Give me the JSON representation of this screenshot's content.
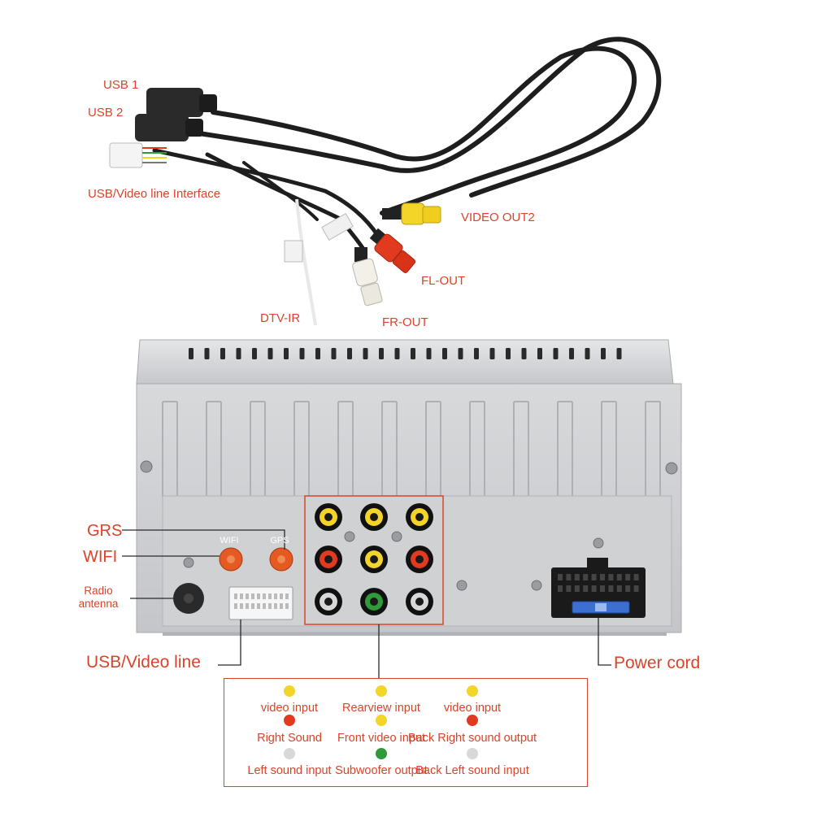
{
  "colors": {
    "label": "#d9442a",
    "yellow": "#f3d52a",
    "red": "#e23a1e",
    "white": "#d8d8d8",
    "green": "#2f9a3a",
    "panel": "#d2d4d6",
    "cable": "#1e1e1e"
  },
  "labels": {
    "usb1": "USB 1",
    "usb2": "USB 2",
    "usb_video_interface": "USB/Video line Interface",
    "video_out2": "VIDEO OUT2",
    "fl_out": "FL-OUT",
    "fr_out": "FR-OUT",
    "dtv_ir": "DTV-IR",
    "grs": "GRS",
    "wifi": "WIFI",
    "radio_antenna": "Radio antenna",
    "usb_video_line": "USB/Video line",
    "power_cord": "Power cord"
  },
  "panel_markings": {
    "wifi": "WIFI",
    "gps": "GPS"
  },
  "legend": [
    {
      "color": "yellow",
      "text": "video input"
    },
    {
      "color": "yellow",
      "text": "Rearview input"
    },
    {
      "color": "yellow",
      "text": "video input"
    },
    {
      "color": "red",
      "text": "Right Sound"
    },
    {
      "color": "yellow",
      "text": "Front video input"
    },
    {
      "color": "red",
      "text": "Back Right sound output"
    },
    {
      "color": "white",
      "text": "Left sound input"
    },
    {
      "color": "green",
      "text": "Subwoofer output"
    },
    {
      "color": "white",
      "text": "Back Left sound input"
    }
  ],
  "rca_grid": [
    [
      "yellow",
      "yellow",
      "yellow"
    ],
    [
      "red",
      "yellow",
      "red"
    ],
    [
      "white",
      "green",
      "white"
    ]
  ]
}
